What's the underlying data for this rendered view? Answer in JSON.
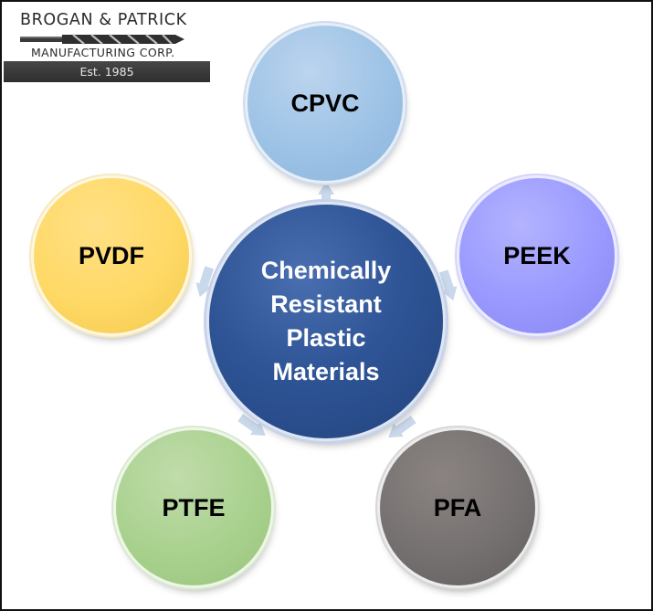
{
  "logo": {
    "line1": "BROGAN & PATRICK",
    "line2": "MANUFACTURING CORP.",
    "established": "Est. 1985",
    "icon": "drill-bit-icon"
  },
  "diagram": {
    "center": {
      "label_lines": [
        "Chemically",
        "Resistant",
        "Plastic",
        "Materials"
      ],
      "color": "#2f5597"
    },
    "nodes": [
      {
        "label": "CPVC",
        "color": "#9dc3e6"
      },
      {
        "label": "PEEK",
        "color": "#9999ff"
      },
      {
        "label": "PFA",
        "color": "#767171"
      },
      {
        "label": "PTFE",
        "color": "#a9d18e"
      },
      {
        "label": "PVDF",
        "color": "#ffd966"
      }
    ],
    "connectors": {
      "style": "arrow",
      "color": "#c9d8ea"
    }
  }
}
